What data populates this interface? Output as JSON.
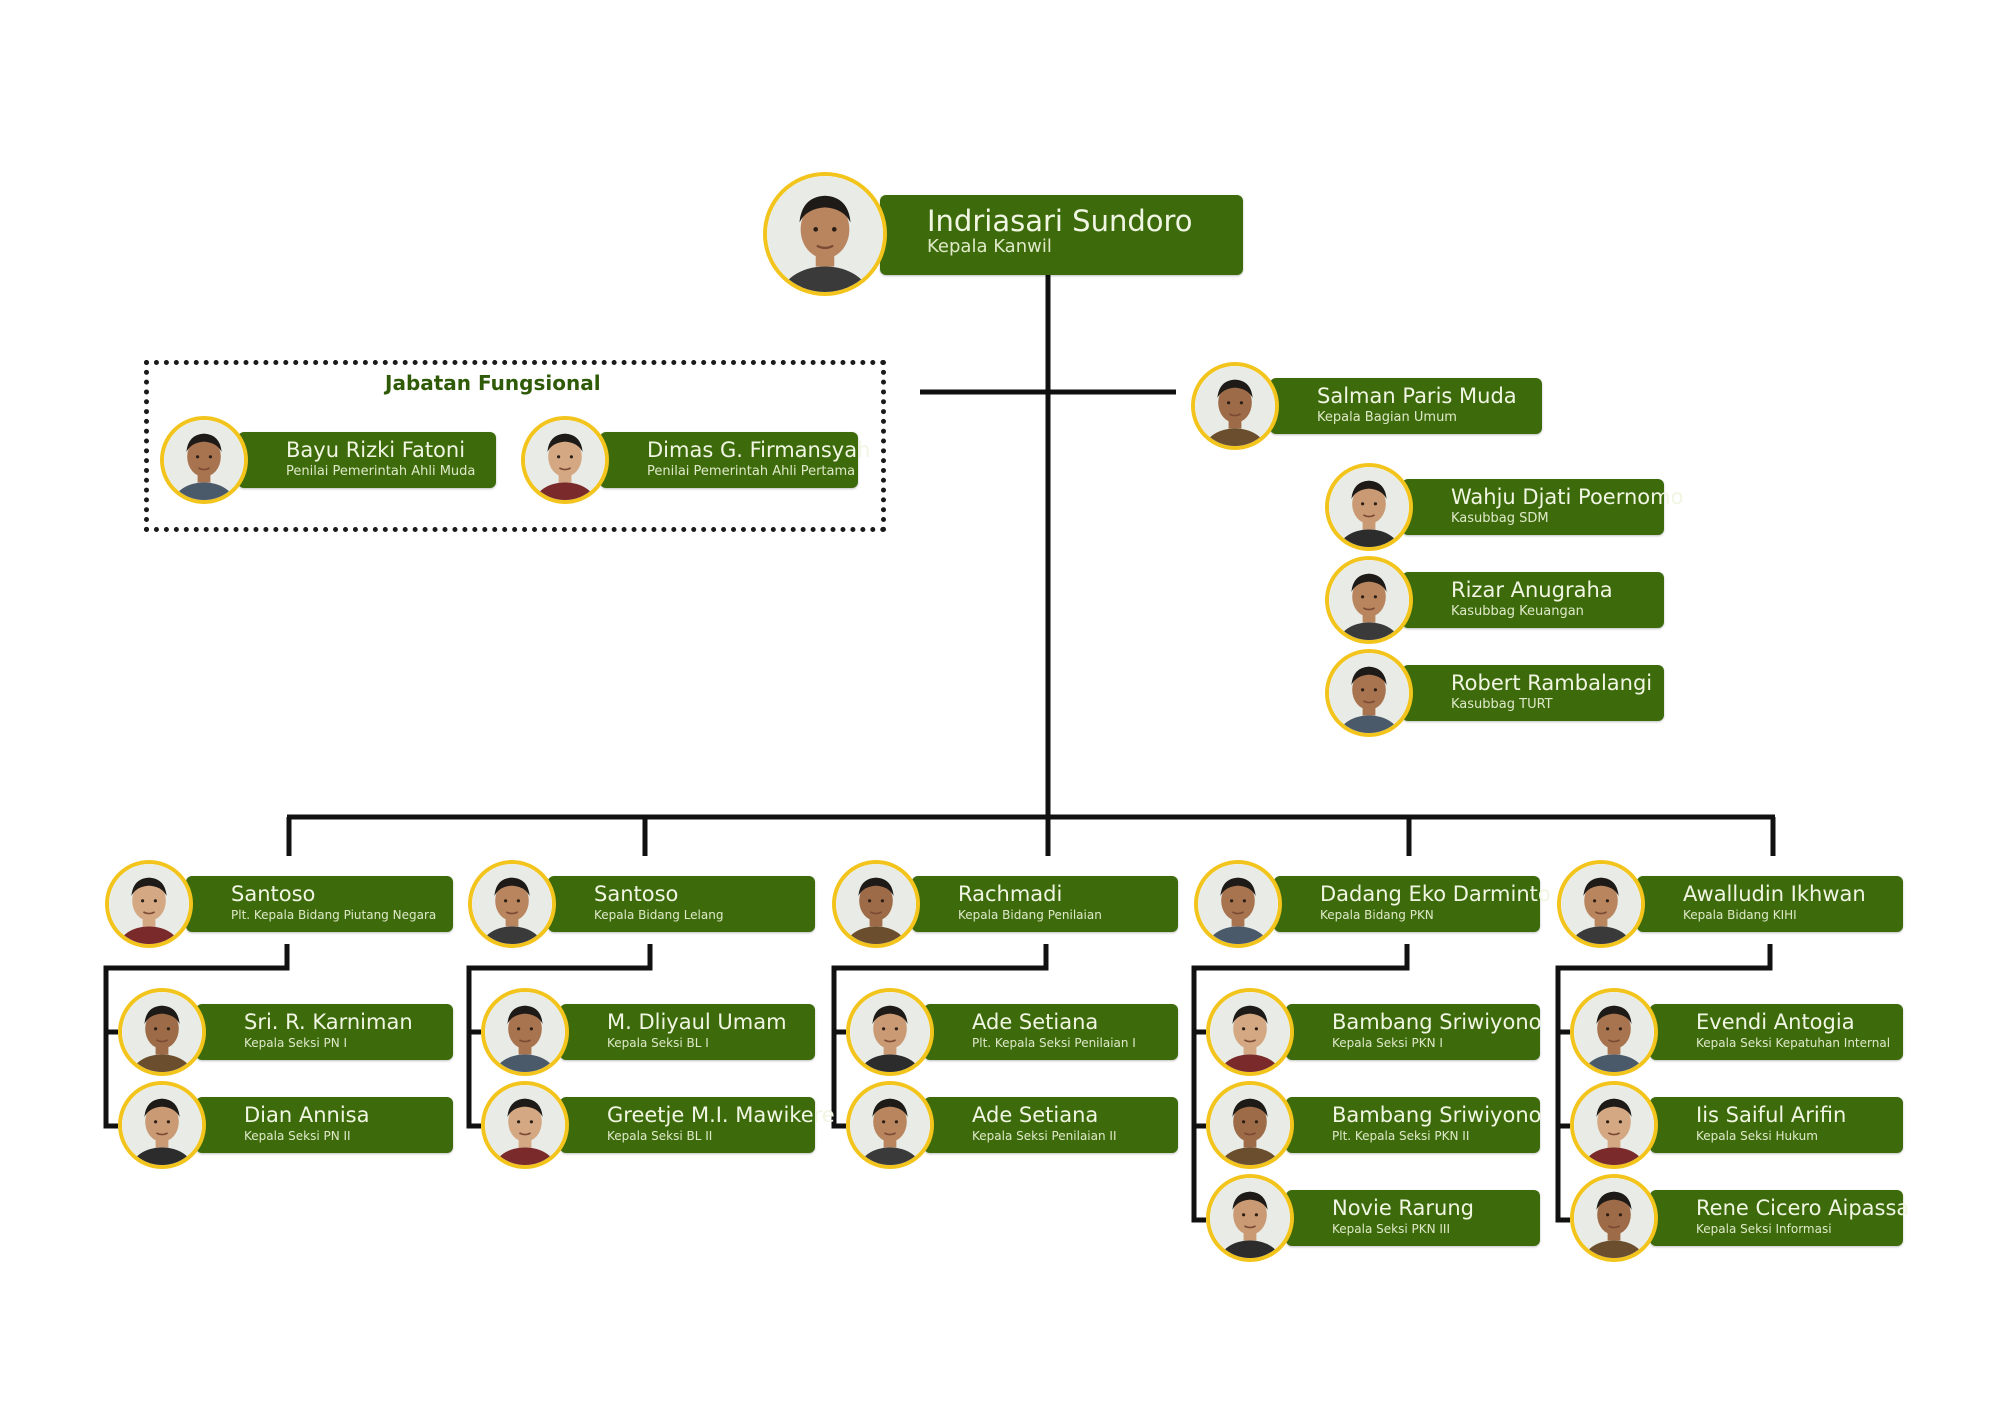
{
  "head": {
    "name": "Indriasari Sundoro",
    "title": "Kepala Kanwil"
  },
  "jabatan": {
    "label": "Jabatan Fungsional",
    "members": [
      {
        "name": "Bayu Rizki Fatoni",
        "title": "Penilai Pemerintah Ahli Muda"
      },
      {
        "name": "Dimas G. Firmansyah",
        "title": "Penilai Pemerintah Ahli Pertama"
      }
    ]
  },
  "umum": {
    "head": {
      "name": "Salman Paris Muda",
      "title": "Kepala Bagian Umum"
    },
    "subs": [
      {
        "name": "Wahju Djati Poernomo",
        "title": "Kasubbag SDM"
      },
      {
        "name": "Rizar Anugraha",
        "title": "Kasubbag Keuangan"
      },
      {
        "name": "Robert Rambalangi",
        "title": "Kasubbag TURT"
      }
    ]
  },
  "divisions": [
    {
      "head": {
        "name": "Santoso",
        "title": "Plt. Kepala Bidang Piutang Negara"
      },
      "subs": [
        {
          "name": "Sri. R. Karniman",
          "title": "Kepala Seksi PN I"
        },
        {
          "name": "Dian Annisa",
          "title": "Kepala Seksi PN II"
        }
      ]
    },
    {
      "head": {
        "name": "Santoso",
        "title": "Kepala Bidang Lelang"
      },
      "subs": [
        {
          "name": "M. Dliyaul Umam",
          "title": "Kepala Seksi BL I"
        },
        {
          "name": "Greetje M.I. Mawikere",
          "title": "Kepala Seksi BL II"
        }
      ]
    },
    {
      "head": {
        "name": "Rachmadi",
        "title": "Kepala Bidang Penilaian"
      },
      "subs": [
        {
          "name": "Ade Setiana",
          "title": "Plt. Kepala Seksi Penilaian I"
        },
        {
          "name": "Ade Setiana",
          "title": "Kepala Seksi Penilaian II"
        }
      ]
    },
    {
      "head": {
        "name": "Dadang Eko Darminto",
        "title": "Kepala Bidang PKN"
      },
      "subs": [
        {
          "name": "Bambang Sriwiyono",
          "title": "Kepala Seksi PKN I"
        },
        {
          "name": "Bambang Sriwiyono",
          "title": "Plt. Kepala Seksi PKN II"
        },
        {
          "name": "Novie Rarung",
          "title": "Kepala Seksi PKN III"
        }
      ]
    },
    {
      "head": {
        "name": "Awalludin Ikhwan",
        "title": "Kepala Bidang KIHI"
      },
      "subs": [
        {
          "name": "Evendi Antogia",
          "title": "Kepala Seksi Kepatuhan Internal"
        },
        {
          "name": "Iis Saiful Arifin",
          "title": "Kepala Seksi Hukum"
        },
        {
          "name": "Rene Cicero Aipassa",
          "title": "Kepala Seksi Informasi"
        }
      ]
    }
  ],
  "colors": {
    "card": "#3d6b0c",
    "ring": "#f3c41b",
    "line": "#111111",
    "accent": "#2f5a08"
  }
}
